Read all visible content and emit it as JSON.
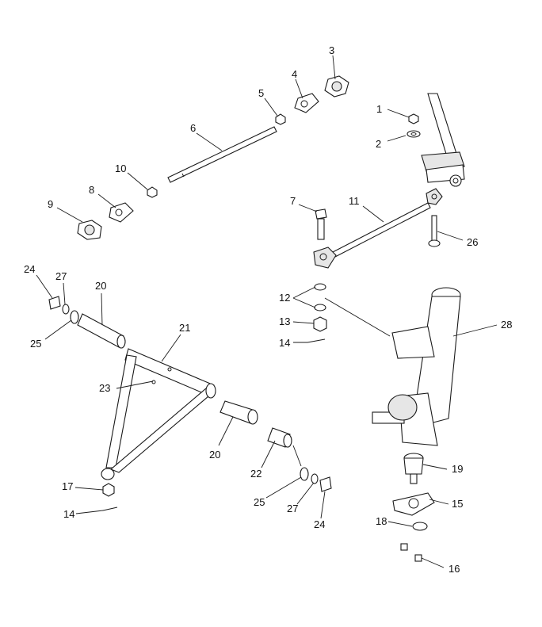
{
  "callouts": {
    "c1": "1",
    "c2": "2",
    "c3": "3",
    "c4": "4",
    "c5": "5",
    "c6": "6",
    "c7": "7",
    "c8": "8",
    "c9": "9",
    "c10": "10",
    "c11": "11",
    "c12": "12",
    "c13": "13",
    "c14a": "14",
    "c14b": "14",
    "c15": "15",
    "c16": "16",
    "c17": "17",
    "c18": "18",
    "c19": "19",
    "c20a": "20",
    "c20b": "20",
    "c21": "21",
    "c22": "22",
    "c23": "23",
    "c24a": "24",
    "c24b": "24",
    "c25a": "25",
    "c25b": "25",
    "c26": "26",
    "c27a": "27",
    "c27b": "27",
    "c28": "28"
  }
}
